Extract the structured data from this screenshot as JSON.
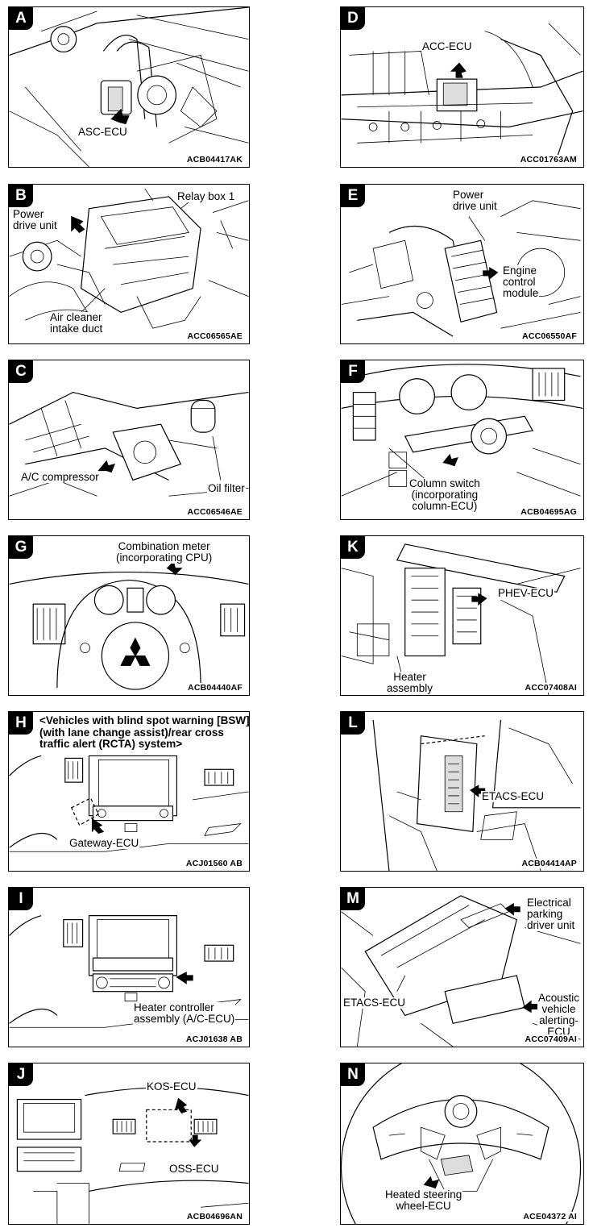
{
  "panels": [
    {
      "letter": "A",
      "code": "ACB04417AK",
      "labels": [
        "ASC-ECU"
      ]
    },
    {
      "letter": "D",
      "code": "ACC01763AM",
      "labels": [
        "ACC-ECU"
      ]
    },
    {
      "letter": "B",
      "code": "ACC06565AE",
      "labels": [
        "Relay box 1",
        "Power\ndrive unit",
        "Air cleaner\nintake duct"
      ]
    },
    {
      "letter": "E",
      "code": "ACC06550AF",
      "labels": [
        "Power\ndrive unit",
        "Engine\ncontrol\nmodule"
      ]
    },
    {
      "letter": "C",
      "code": "ACC06546AE",
      "labels": [
        "A/C compressor",
        "Oil filter"
      ]
    },
    {
      "letter": "F",
      "code": "ACB04695AG",
      "labels": [
        "Column switch\n(incorporating\ncolumn-ECU)"
      ]
    },
    {
      "letter": "G",
      "code": "ACB04440AF",
      "labels": [
        "Combination meter\n(incorporating CPU)"
      ]
    },
    {
      "letter": "K",
      "code": "ACC07408AI",
      "labels": [
        "PHEV-ECU",
        "Heater\nassembly"
      ]
    },
    {
      "letter": "H",
      "code": "ACJ01560 AB",
      "note": "<Vehicles with blind spot warning [BSW]\n(with lane change assist)/rear cross\ntraffic alert (RCTA) system>",
      "labels": [
        "Gateway-ECU"
      ]
    },
    {
      "letter": "L",
      "code": "ACB04414AP",
      "labels": [
        "ETACS-ECU"
      ]
    },
    {
      "letter": "I",
      "code": "ACJ01638 AB",
      "labels": [
        "Heater controller\nassembly (A/C-ECU)"
      ]
    },
    {
      "letter": "M",
      "code": "ACC07409AI",
      "labels": [
        "Electrical\nparking\ndriver unit",
        "ETACS-ECU",
        "Acoustic\nvehicle\nalerting-\nECU"
      ]
    },
    {
      "letter": "J",
      "code": "ACB04696AN",
      "labels": [
        "KOS-ECU",
        "OSS-ECU"
      ]
    },
    {
      "letter": "N",
      "code": "ACE04372 AI",
      "labels": [
        "Heated steering\nwheel-ECU"
      ]
    }
  ]
}
